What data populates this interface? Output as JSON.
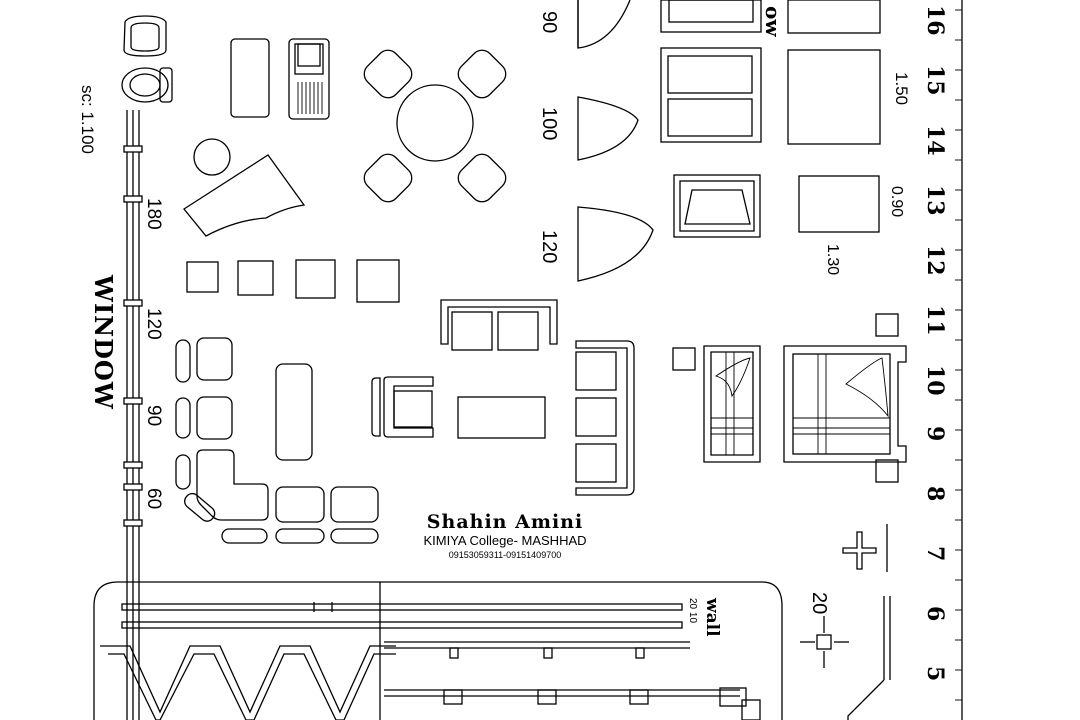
{
  "template": {
    "scale_label": "sc:  1.100",
    "window_label": "WINDOW",
    "window_label_right": "ow",
    "wall_label": "wall",
    "wall_sizes": "20 10",
    "author_name": "Shahin Amini",
    "college": "KIMIYA College- MASHHAD",
    "phones": "09153059311-09151409700"
  },
  "dimensions": {
    "window_widths": [
      "180",
      "120",
      "90",
      "60"
    ],
    "door_widths": [
      "90",
      "100",
      "120"
    ],
    "furniture_sizes": [
      "1.50",
      "0.90",
      "1.30"
    ],
    "cross_size": "20"
  },
  "ruler_numbers": [
    "16",
    "15",
    "14",
    "13",
    "12",
    "11",
    "10",
    "9",
    "8",
    "7",
    "6",
    "5"
  ]
}
